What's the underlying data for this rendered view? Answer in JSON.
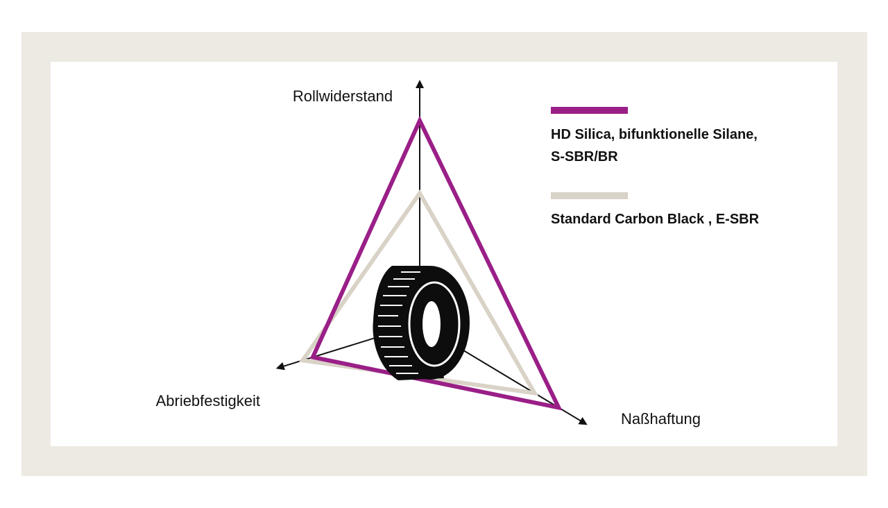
{
  "chart_data": {
    "type": "radar",
    "axes": [
      "Rollwiderstand",
      "Naßhaftung",
      "Abriebfestigkeit"
    ],
    "series": [
      {
        "name": "HD Silica, bifunktionelle Silane, S-SBR/BR",
        "legend_lines": [
          "HD Silica, bifunktionelle Silane,",
          "S-SBR/BR"
        ],
        "color": "#9a1f87",
        "values": [
          0.84,
          0.92,
          0.74
        ]
      },
      {
        "name": "Standard Carbon Black , E-SBR",
        "legend_lines": [
          "Standard Carbon Black , E-SBR"
        ],
        "color": "#d9d2c7",
        "values": [
          0.54,
          0.76,
          0.81
        ]
      }
    ],
    "max": 1,
    "legend_position": "top-right"
  },
  "colors": {
    "frame": "#ede9e3",
    "panel": "#ffffff",
    "axis": "#111111",
    "tire": "#0d0d0d"
  },
  "icons": {
    "center": "tire-icon"
  }
}
